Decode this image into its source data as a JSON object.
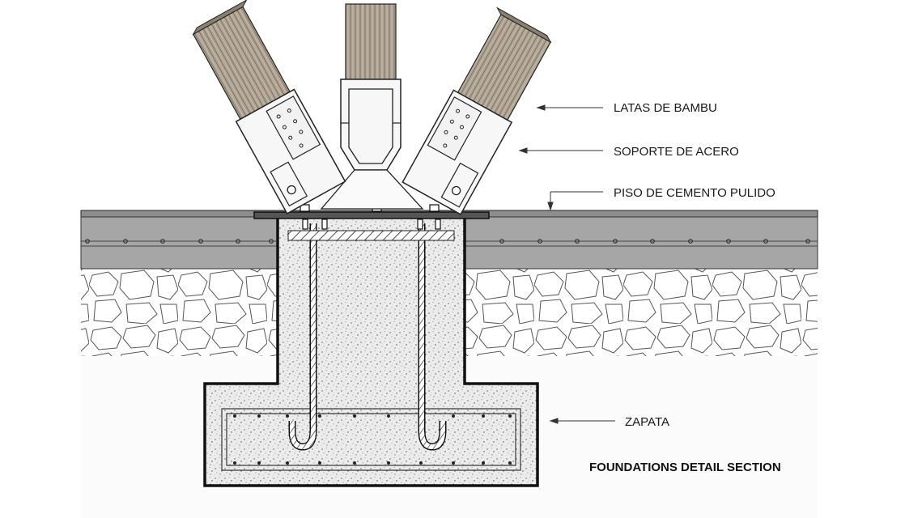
{
  "diagram": {
    "title": "FOUNDATIONS DETAIL SECTION",
    "callouts": {
      "bamboo": "LATAS DE BAMBU",
      "steel_bracket": "SOPORTE DE ACERO",
      "floor": "PISO DE CEMENTO PULIDO",
      "footing": "ZAPATA"
    }
  },
  "colors": {
    "bamboo_light": "#b3a998",
    "bamboo_dark": "#7a7062",
    "slab_gray": "#a2a2a2",
    "concrete_fill": "#ebebeb",
    "outline": "#1a1a1a",
    "steel": "#f7f7f7"
  }
}
